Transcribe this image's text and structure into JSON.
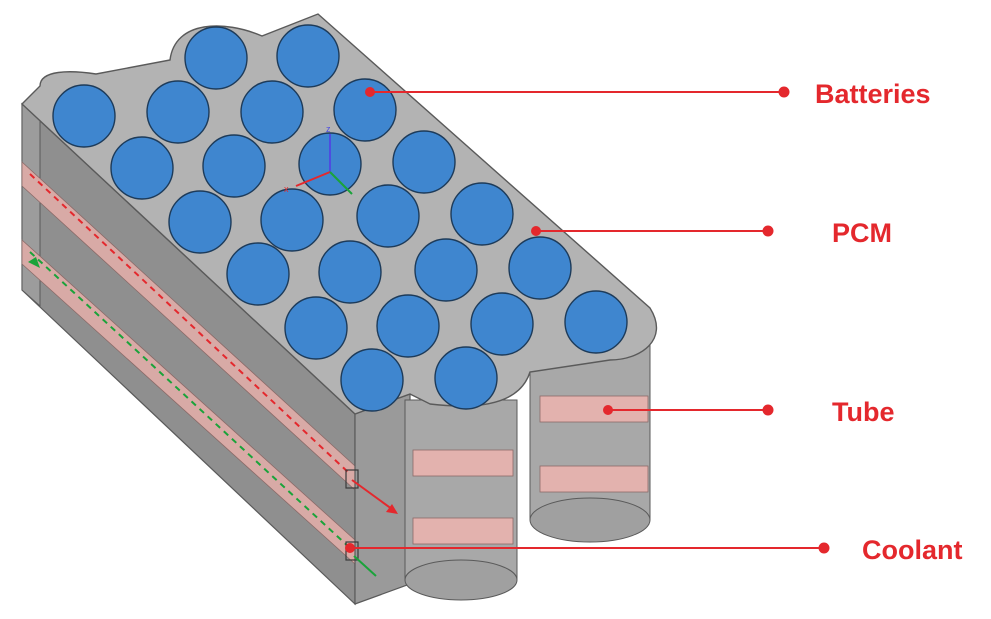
{
  "labels": {
    "batteries": "Batteries",
    "pcm": "PCM",
    "tube": "Tube",
    "coolant": "Coolant"
  },
  "axes": {
    "x": "x",
    "z": "z"
  },
  "colors": {
    "battery": "#3f86cf",
    "body": "#a6a6a6",
    "top_face": "#b3b3b3",
    "side_dark": "#8c8c8c",
    "tube_band": "#e3b2ae",
    "leader": "#e4282d",
    "label": "#e4282d",
    "coolant_in": "#1aa33a",
    "coolant_out": "#e4282d"
  }
}
